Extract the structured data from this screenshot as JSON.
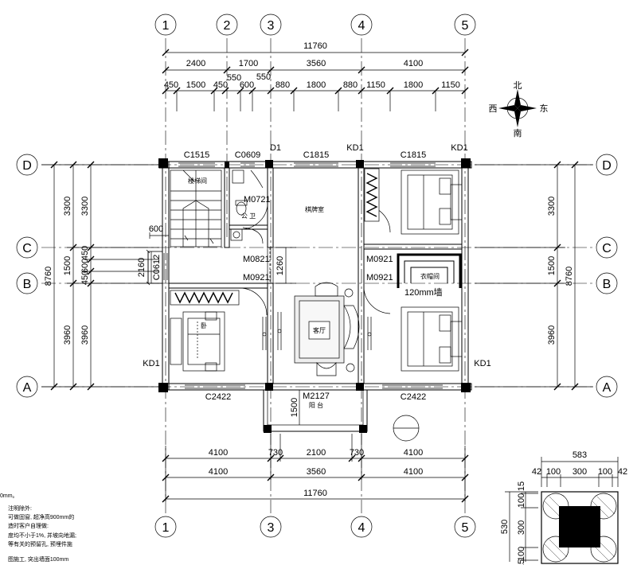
{
  "axes": {
    "top": [
      "1",
      "2",
      "3",
      "4",
      "5"
    ],
    "bottom": [
      "1",
      "3",
      "4",
      "5"
    ],
    "rows": [
      "D",
      "C",
      "B",
      "A"
    ]
  },
  "dims": {
    "top_total": "11760",
    "top_row2": [
      "2400",
      "1700",
      "3560",
      "4100"
    ],
    "top_row3": [
      "450",
      "1500",
      "450",
      "600",
      "880",
      "1800",
      "880",
      "1150",
      "1800",
      "1150"
    ],
    "top_550a": "550",
    "top_550b": "550",
    "bottom_row1": [
      "4100",
      "730",
      "2100",
      "730",
      "4100"
    ],
    "bottom_row2": [
      "4100",
      "3560",
      "4100"
    ],
    "bottom_total": "11760",
    "left_total": "8760",
    "left_outer": [
      "3300",
      "1500",
      "3960"
    ],
    "left_inner": [
      "3300",
      "450",
      "600",
      "450",
      "3960"
    ],
    "right_total": "8760",
    "right_outer": [
      "3300",
      "1500",
      "3960"
    ],
    "stair_600": "600",
    "stair_2160": "2160",
    "corridor_1260": "1260",
    "balcony_1500": "1500"
  },
  "labels": {
    "C1515": "C1515",
    "C0609": "C0609",
    "D1": "D1",
    "C1815a": "C1815",
    "KD1a": "KD1",
    "C1815b": "C1815",
    "KD1b": "KD1",
    "M0721": "M0721",
    "M0821": "M0821",
    "M0921a": "M0921",
    "M0921b": "M0921",
    "M0921c": "M0921",
    "C0612": "C0612",
    "KD1c": "KD1",
    "KD1d": "KD1",
    "C2422a": "C2422",
    "M2127": "M2127",
    "C2422b": "C2422",
    "wall120": "120mm墙",
    "stair_room": "楼梯间",
    "wc": "公 卫",
    "chess_room": "棋牌室",
    "wardrobe": "衣帽间",
    "balcony": "阳 台",
    "sofa": "客厅",
    "bed": "卧"
  },
  "compass": {
    "n": "北",
    "s": "南",
    "e": "东",
    "w": "西"
  },
  "notes": [
    "0mm。",
    "注明除外:",
    "可做固窗, 超净高900mm的",
    "造时客户自理做:",
    "度均不小于1%, 并坡向地漏;",
    "等有关的预留孔, 预埋件施",
    "图施工, 突出墙面100mm"
  ],
  "detail": {
    "top_total": "583",
    "top_parts": [
      "42",
      "100",
      "300",
      "100",
      "42"
    ],
    "left_total": "530",
    "left_parts": [
      "15",
      "100",
      "300",
      "100",
      "15"
    ]
  }
}
